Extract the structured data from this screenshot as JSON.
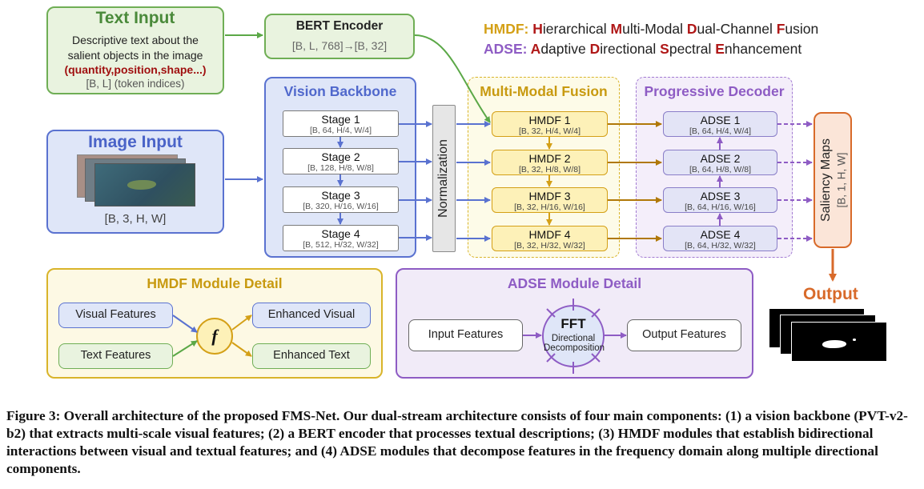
{
  "text_input": {
    "title": "Text Input",
    "desc_line1": "Descriptive text about the",
    "desc_line2": "salient objects in the image",
    "highlight": "(quantity,position,shape...)",
    "shape": "[B, L] (token indices)"
  },
  "bert": {
    "title": "BERT Encoder",
    "shape": "[B, L, 768]→[B, 32]"
  },
  "legend": {
    "hmdf_abbr": "HMDF:",
    "hmdf_words": [
      {
        "cap": "H",
        "rest": "ierarchical "
      },
      {
        "cap": "M",
        "rest": "ulti-Modal "
      },
      {
        "cap": "D",
        "rest": "ual-Channel "
      },
      {
        "cap": "F",
        "rest": "usion"
      }
    ],
    "adse_abbr": "ADSE:",
    "adse_words": [
      {
        "cap": "A",
        "rest": "daptive "
      },
      {
        "cap": "D",
        "rest": "irectional "
      },
      {
        "cap": "S",
        "rest": "pectral "
      },
      {
        "cap": "E",
        "rest": "nhancement"
      }
    ]
  },
  "image_input": {
    "title": "Image Input",
    "shape": "[B, 3, H, W]"
  },
  "vision_backbone": {
    "title": "Vision Backbone",
    "stages": [
      {
        "name": "Stage 1",
        "shape": "[B, 64, H/4, W/4]"
      },
      {
        "name": "Stage 2",
        "shape": "[B, 128, H/8, W/8]"
      },
      {
        "name": "Stage 3",
        "shape": "[B, 320, H/16, W/16]"
      },
      {
        "name": "Stage 4",
        "shape": "[B, 512, H/32, W/32]"
      }
    ]
  },
  "normalization": "Normalization",
  "fusion": {
    "title": "Multi-Modal Fusion",
    "blocks": [
      {
        "name": "HMDF  1",
        "shape": "[B, 32, H/4, W/4]"
      },
      {
        "name": "HMDF  2",
        "shape": "[B, 32, H/8, W/8]"
      },
      {
        "name": "HMDF  3",
        "shape": "[B, 32, H/16, W/16]"
      },
      {
        "name": "HMDF  4",
        "shape": "[B, 32, H/32, W/32]"
      }
    ]
  },
  "decoder": {
    "title": "Progressive Decoder",
    "blocks": [
      {
        "name": "ADSE  1",
        "shape": "[B, 64, H/4, W/4]"
      },
      {
        "name": "ADSE  2",
        "shape": "[B, 64, H/8, W/8]"
      },
      {
        "name": "ADSE  3",
        "shape": "[B, 64, H/16, W/16]"
      },
      {
        "name": "ADSE  4",
        "shape": "[B, 64, H/32, W/32]"
      }
    ]
  },
  "saliency": {
    "title": "Saliency  Maps",
    "shape": "[B, 1, H, W]"
  },
  "output_label": "Output",
  "hmdf_detail": {
    "title": "HMDF Module Detail",
    "visual": "Visual Features",
    "text": "Text Features",
    "fn": "f",
    "enh_visual": "Enhanced Visual",
    "enh_text": "Enhanced Text"
  },
  "adse_detail": {
    "title": "ADSE Module Detail",
    "input": "Input Features",
    "fft": "FFT",
    "fft_sub1": "Directional",
    "fft_sub2": "Decomposition",
    "output": "Output Features"
  },
  "caption": "Figure 3: Overall architecture of the proposed FMS-Net. Our dual-stream architecture consists of four main components: (1) a vision backbone (PVT-v2-b2) that extracts multi-scale visual features; (2) a BERT encoder that processes textual descriptions; (3) HMDF modules that establish bidirectional interactions between visual and textual features; and (4) ADSE modules that decompose features in the frequency domain along multiple directional components.",
  "colors": {
    "green": "#5ba847",
    "blue": "#5a72d0",
    "yellow": "#d4a017",
    "purple": "#8e5cc4",
    "orange": "#d86a2a",
    "dark_red": "#b01818"
  }
}
